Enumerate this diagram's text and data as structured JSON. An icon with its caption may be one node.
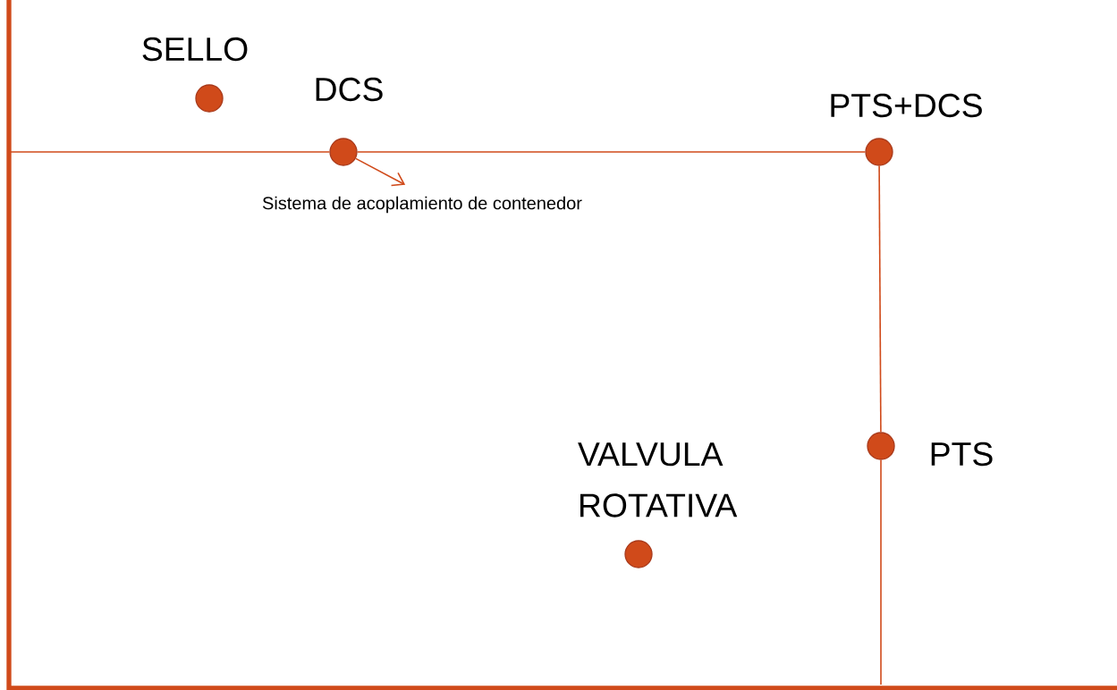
{
  "diagram": {
    "nodes": [
      {
        "text": [
          "SELLO"
        ]
      },
      {
        "text": [
          "DCS"
        ]
      },
      {
        "text": [
          "PTS+DCS"
        ]
      },
      {
        "text": [
          "PTS"
        ]
      },
      {
        "text": [
          "VALVULA ROTATIVA"
        ]
      },
      {
        "text": [
          "Sistema de acoplamiento de contenedor"
        ]
      }
    ],
    "edges": [
      {
        "from": null,
        "to": 1,
        "arrow": "none"
      },
      {
        "from": 1,
        "to": 2,
        "arrow": "none"
      },
      {
        "from": 2,
        "to": 3,
        "arrow": "none"
      },
      {
        "from": 3,
        "to": null,
        "arrow": "none"
      },
      {
        "from": 1,
        "to": 5,
        "arrow": "to"
      }
    ]
  }
}
